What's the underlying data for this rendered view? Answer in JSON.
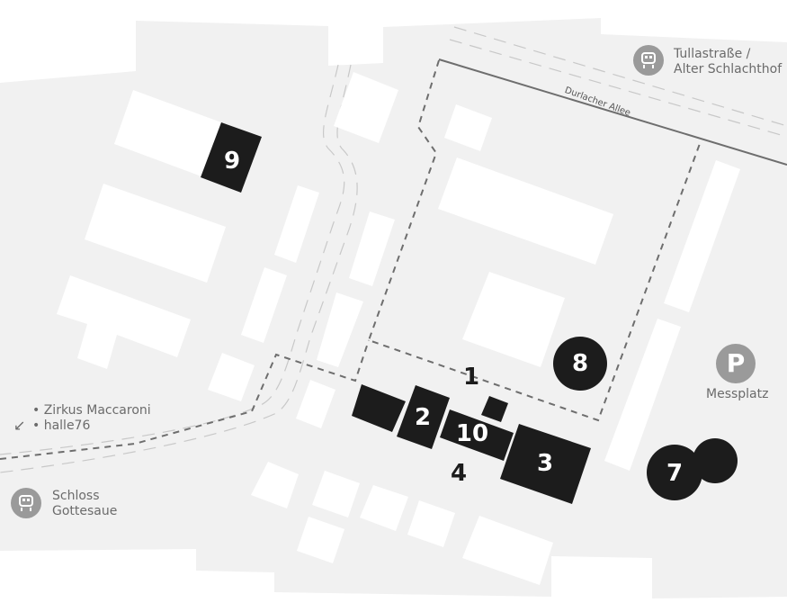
{
  "map": {
    "colors": {
      "ground": "#f1f1f1",
      "building": "#ffffff",
      "venue": "#1c1c1c",
      "road_line": "#6e6e6e",
      "rail_line": "#c8c8c8",
      "route_dashed": "#6e6e6e",
      "icon_grey": "#9a9a9a",
      "label_grey": "#6b6b6b"
    },
    "street": {
      "name": "Durlacher Allee"
    },
    "transit_stops": [
      {
        "icon": "tram-icon",
        "line1": "Tullastraße /",
        "line2": "Alter Schlachthof"
      },
      {
        "icon": "tram-icon",
        "line1": "Schloss",
        "line2": "Gottesaue"
      }
    ],
    "parking": {
      "icon": "parking-icon",
      "glyph": "P",
      "label": "Messplatz"
    },
    "offmap": {
      "arrow": "↙",
      "items": [
        "• Zirkus Maccaroni",
        "• halle76"
      ]
    },
    "venues": [
      {
        "id": "1",
        "label": "1"
      },
      {
        "id": "2",
        "label": "2"
      },
      {
        "id": "3",
        "label": "3"
      },
      {
        "id": "4",
        "label": "4"
      },
      {
        "id": "7",
        "label": "7"
      },
      {
        "id": "8",
        "label": "8"
      },
      {
        "id": "9",
        "label": "9"
      },
      {
        "id": "10",
        "label": "10"
      }
    ]
  }
}
